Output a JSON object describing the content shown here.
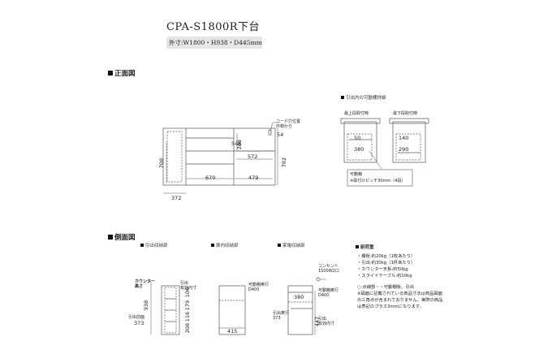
{
  "header": {
    "title": "CPA-S1800R下台",
    "dimensions": "外寸:W1800・H938・D445mm"
  },
  "front_view": {
    "heading": "正面図",
    "cord_hole_label": "コード穴位置\n外側から",
    "cord_hole_value": "54",
    "dims": {
      "d546": "546",
      "d572": "572",
      "d670": "670",
      "d479": "479",
      "d372": "372",
      "d708": "708",
      "d288": "288",
      "d782": "782"
    }
  },
  "shelf_detail": {
    "heading": "引出内の可動棚詳細",
    "left_caption": "最上段取付時",
    "right_caption": "最下段取付時",
    "left_dims": [
      "50",
      "380"
    ],
    "right_dims": [
      "140",
      "290"
    ],
    "note_line1": "可動棚",
    "note_line2": "※取付けピッチ30mm（4段）"
  },
  "side_view": {
    "heading": "側面図",
    "sub1": "引出収納部",
    "sub2": "扉内収納部",
    "sub3": "家電収納部",
    "counter_height_label": "カウンター\n高さ",
    "counter_height_value": "938",
    "drawer_effective": "引出\n有効内寸",
    "drawer_front_label": "引出前面",
    "drawer_front_value": "373",
    "side_dims": [
      "106",
      "179",
      "116",
      "208"
    ],
    "movable_shelf_label": "可動棚奥行\nD400",
    "depth_415": "415",
    "outlet_label": "コンセント\n1500W2口",
    "movable_shelf_label2": "可動棚奥行\nD400",
    "depth_380": "380",
    "drawer_depth_label": "引出奥行\n373",
    "drawer_effective2": "引出\n有効内寸",
    "d447": "447"
  },
  "load_notes": {
    "heading": "耐荷重",
    "items": [
      "・棚板:約20kg（1枚あたり）",
      "・引出:約30kg（1杯あたり）",
      "・カウンター天板:約50kg",
      "・スライドテーブル:約10kg"
    ],
    "legend": "○:点線部・・可動棚板、引出",
    "note": "※図面に記載されている商品寸法は商品図面の三角点が含まれておりません。実際の商品は表記のプラス3mmになります。"
  }
}
